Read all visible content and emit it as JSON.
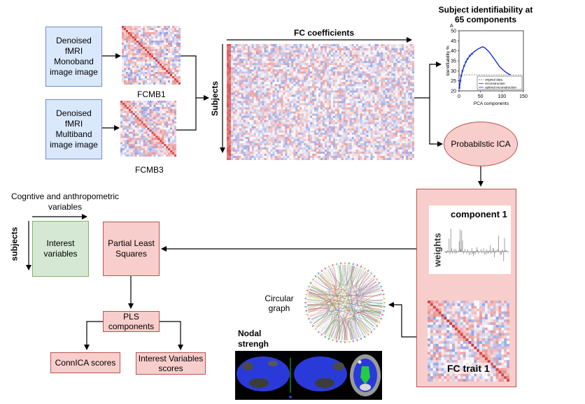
{
  "inputs": {
    "mono_label": "Denoised fMRI Monoband image image",
    "multi_label": "Denoised fMRI Multiband image image",
    "fcmb1": "FCMB1",
    "fcmb3": "FCMB3"
  },
  "matrix": {
    "x_label": "FC coefficients",
    "y_label": "Subjects"
  },
  "identifiability": {
    "title": "Subject identifiability at 65 components",
    "panel_letter": "A",
    "ylabel": "Identifiability %",
    "xlabel": "PCA components",
    "legend": [
      "original data",
      "reconstruction",
      "optimal reconstruction"
    ]
  },
  "chart_data": {
    "type": "line",
    "xlim": [
      0,
      150
    ],
    "ylim": [
      20,
      50
    ],
    "xticks": [
      0,
      50,
      100,
      150
    ],
    "yticks": [
      20,
      25,
      30,
      35,
      40,
      45,
      50
    ],
    "series": [
      {
        "name": "original data",
        "x": [
          0,
          150
        ],
        "y": [
          28,
          28
        ]
      },
      {
        "name": "reconstruction",
        "x": [
          1,
          3,
          5,
          8,
          12,
          16,
          20,
          25,
          30,
          35,
          40,
          45,
          50,
          55,
          60,
          65,
          70,
          75,
          80,
          85,
          90,
          95,
          100,
          105,
          110,
          115,
          120
        ],
        "y": [
          21.5,
          25,
          27.5,
          30,
          32.5,
          34.5,
          36,
          37.5,
          38.5,
          39.5,
          40.3,
          41,
          41.5,
          42,
          41.5,
          40.5,
          39.5,
          38,
          36.5,
          35,
          33.5,
          32,
          31,
          30,
          29.2,
          28.5,
          28
        ]
      }
    ]
  },
  "ica": {
    "label": "Probabilstic ICA"
  },
  "component": {
    "title": "component 1",
    "ylabel": "weights",
    "trait_label": "FC trait 1"
  },
  "variables": {
    "title": "Cogntive and anthropometric variables",
    "subjects": "subjects",
    "interest": "Interest variables"
  },
  "pls": {
    "label": "Partial Least Squares",
    "components": "PLS components",
    "connica": "ConnICA scores",
    "interest_scores": "Interest Variables scores"
  },
  "circular": {
    "label": "Circular graph"
  },
  "nodal": {
    "label": "Nodal strengh"
  },
  "colors": {
    "blue_fill": "#dae8fc",
    "blue_stroke": "#6c8ebf",
    "pink_fill": "#f8cecc",
    "pink_stroke": "#b85450",
    "green_fill": "#d5e8d4",
    "green_stroke": "#82b366",
    "fc_red": "#d94040",
    "fc_blue": "#3050d0",
    "brain_blue": "#2a3ad8"
  }
}
